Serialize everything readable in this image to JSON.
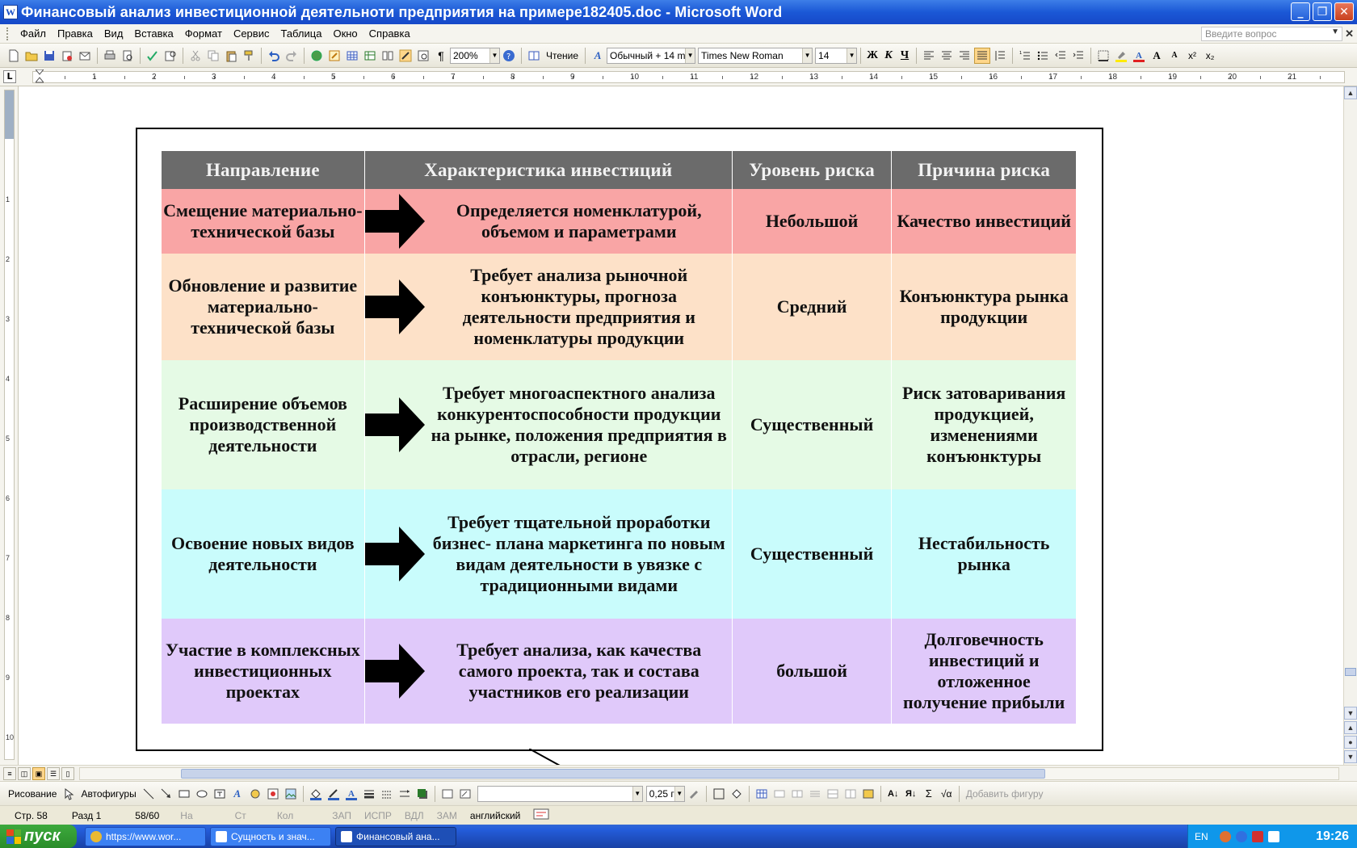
{
  "window": {
    "title": "Финансовый анализ инвестиционной деятельноти предприятия на примере182405.doc - Microsoft Word",
    "min": "_",
    "max": "❐",
    "close": "✕"
  },
  "menu": {
    "items": [
      "Файл",
      "Правка",
      "Вид",
      "Вставка",
      "Формат",
      "Сервис",
      "Таблица",
      "Окно",
      "Справка"
    ],
    "help_placeholder": "Введите вопрос"
  },
  "toolbar": {
    "zoom": "200%",
    "reading": "Чтение",
    "style": "Обычный + 14 m",
    "font": "Times New Roman",
    "size": "14",
    "bold": "Ж",
    "italic": "К",
    "underline": "Ч"
  },
  "ruler": {
    "corner": "L",
    "numbers": [
      "1",
      "2",
      "3",
      "4",
      "5",
      "6",
      "7",
      "8",
      "9",
      "10",
      "11",
      "12",
      "13",
      "14",
      "15",
      "16",
      "17",
      "18",
      "19",
      "20",
      "21"
    ],
    "vnumbers": [
      "1",
      "2",
      "3",
      "4",
      "5",
      "6",
      "7",
      "8",
      "9",
      "10"
    ]
  },
  "slide_table": {
    "headers": [
      "Направление",
      "Характеристика инвестиций",
      "Уровень риска",
      "Причина риска"
    ],
    "rows": [
      {
        "direction": "Смещение материально-технической базы",
        "characteristic": "Определяется номенклатурой, объемом и параметрами",
        "risk_level": "Небольшой",
        "risk_cause": "Качество инвестиций"
      },
      {
        "direction": "Обновление и развитие материально-технической базы",
        "characteristic": "Требует анализа рыночной конъюнктуры, прогноза деятельности предприятия и номенклатуры продукции",
        "risk_level": "Средний",
        "risk_cause": "Конъюнктура рынка продукции"
      },
      {
        "direction": "Расширение объемов производственной деятельности",
        "characteristic": "Требует многоаспектного анализа конкурентоспособности продукции на рынке, положения предприятия в отрасли, регионе",
        "risk_level": "Существенный",
        "risk_cause": "Риск затоваривания продукцией, изменениями конъюнктуры"
      },
      {
        "direction": "Освоение новых видов деятельности",
        "characteristic": "Требует тщательной проработки бизнес- плана маркетинга по новым видам деятельности в увязке с традиционными видами",
        "risk_level": "Существенный",
        "risk_cause": "Нестабильность рынка"
      },
      {
        "direction": "Участие в комплексных инвестиционных проектах",
        "characteristic": "Требует анализа, как качества самого проекта, так и состава участников его реализации",
        "risk_level": "большой",
        "risk_cause": "Долговечность инвестиций и отложенное получение прибыли"
      }
    ],
    "row_colors": [
      "#f9a5a5",
      "#fde1c8",
      "#e5fae5",
      "#c9fcfc",
      "#e0c9fa"
    ]
  },
  "drawbar": {
    "drawing": "Рисование",
    "autoshapes": "Автофигуры",
    "line_width": "0,25 г",
    "add_figure": "Добавить фигуру"
  },
  "status": {
    "page": "Стр. 58",
    "section": "Разд 1",
    "pages": "58/60",
    "at": "На",
    "line": "Ст",
    "col": "Кол",
    "rec": "ЗАП",
    "trk": "ИСПР",
    "ext": "ВДЛ",
    "ovr": "ЗАМ",
    "language": "английский"
  },
  "taskbar": {
    "start": "пуск",
    "tasks": [
      "https://www.wor...",
      "Сущность и знач...",
      "Финансовый ана..."
    ],
    "lang": "EN",
    "clock": "19:26"
  }
}
